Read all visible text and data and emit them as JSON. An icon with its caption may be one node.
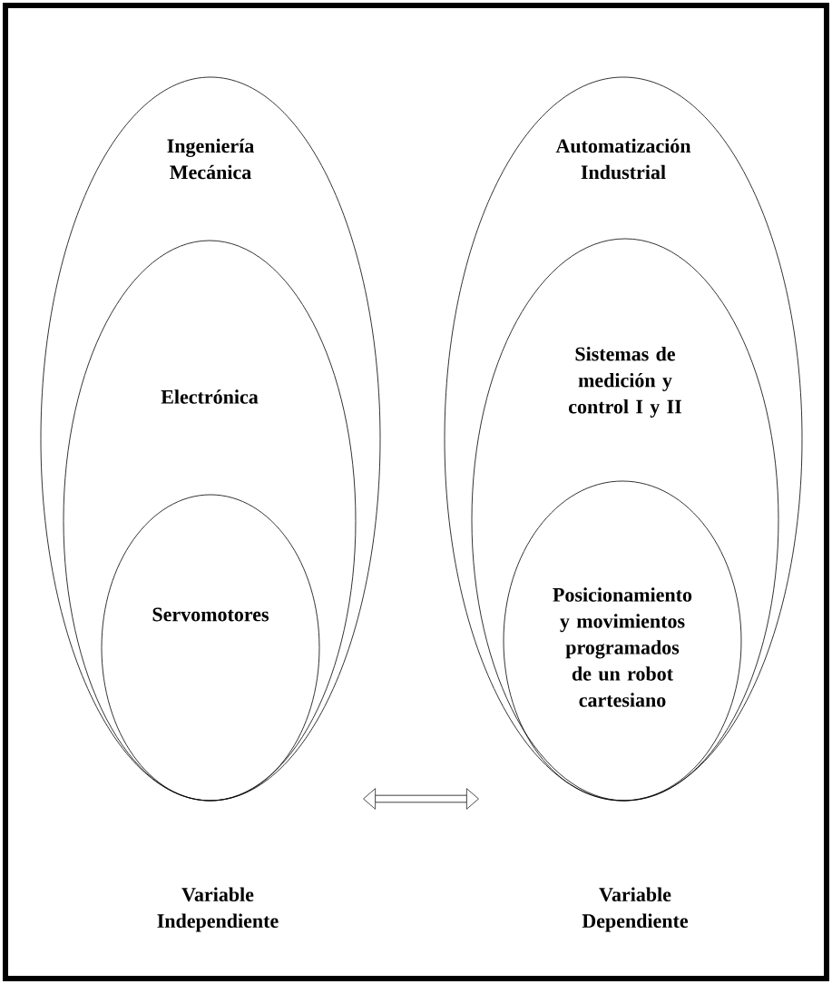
{
  "diagram": {
    "nodes": [
      {
        "text": [
          "Ingeniería Mecánica"
        ]
      },
      {
        "text": [
          "Electrónica"
        ],
        "in": 0
      },
      {
        "text": [
          "Servomotores"
        ],
        "in": 1
      },
      {
        "text": [
          "Automatización Industrial"
        ]
      },
      {
        "text": [
          "Sistemas de medición y control I y II"
        ],
        "in": 3
      },
      {
        "text": [
          "Posicionamiento y movimientos programados de un robot cartesiano"
        ],
        "in": 4
      }
    ],
    "labels": [
      "Variable Independiente",
      "Variable Dependiente"
    ]
  }
}
